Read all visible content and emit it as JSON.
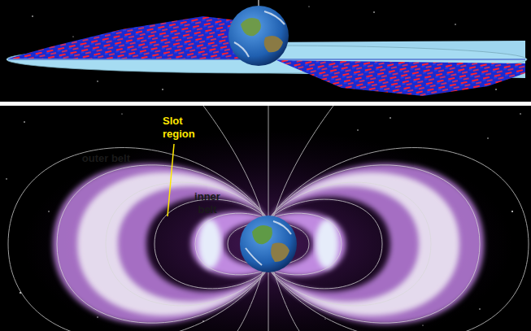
{
  "diagram": {
    "labels": [
      "Slot region",
      "outer belt",
      "inner belt"
    ]
  }
}
